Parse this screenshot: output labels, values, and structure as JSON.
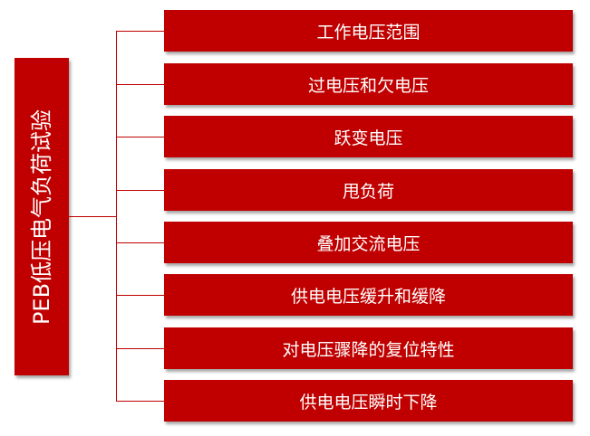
{
  "root": {
    "label": "PEB低压电气负荷试验"
  },
  "items": [
    {
      "label": "工作电压范围"
    },
    {
      "label": "过电压和欠电压"
    },
    {
      "label": "跃变电压"
    },
    {
      "label": "甩负荷"
    },
    {
      "label": "叠加交流电压"
    },
    {
      "label": "供电电压缓升和缓降"
    },
    {
      "label": "对电压骤降的复位特性"
    },
    {
      "label": "供电电压瞬时下降"
    }
  ],
  "colors": {
    "box_fill": "#c00000",
    "text": "#ffffff",
    "connector": "#c00000"
  }
}
